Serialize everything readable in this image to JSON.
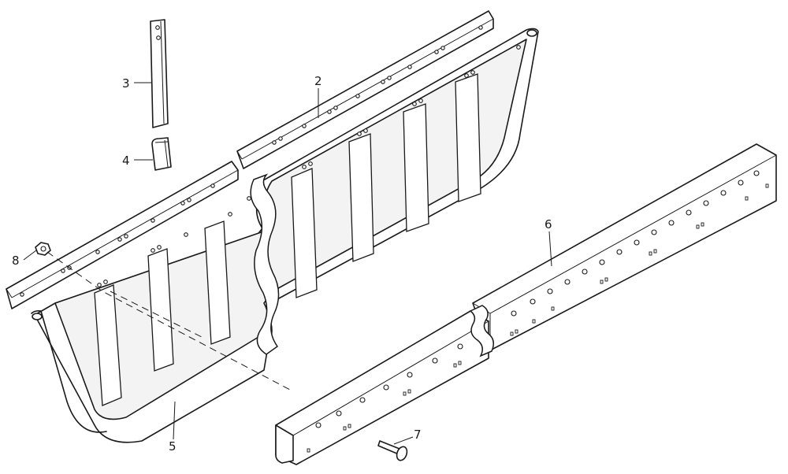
{
  "diagram": {
    "parts": [
      {
        "id": "3",
        "label": "3",
        "icon": "vertical-strip"
      },
      {
        "id": "2",
        "label": "2",
        "icon": "top-rail"
      },
      {
        "id": "4",
        "label": "4",
        "icon": "end-cap"
      },
      {
        "id": "8",
        "label": "8",
        "icon": "hex-nut"
      },
      {
        "id": "6",
        "label": "6",
        "icon": "c-channel"
      },
      {
        "id": "7",
        "label": "7",
        "icon": "carriage-bolt"
      },
      {
        "id": "5",
        "label": "5",
        "icon": "side-panel"
      }
    ]
  }
}
